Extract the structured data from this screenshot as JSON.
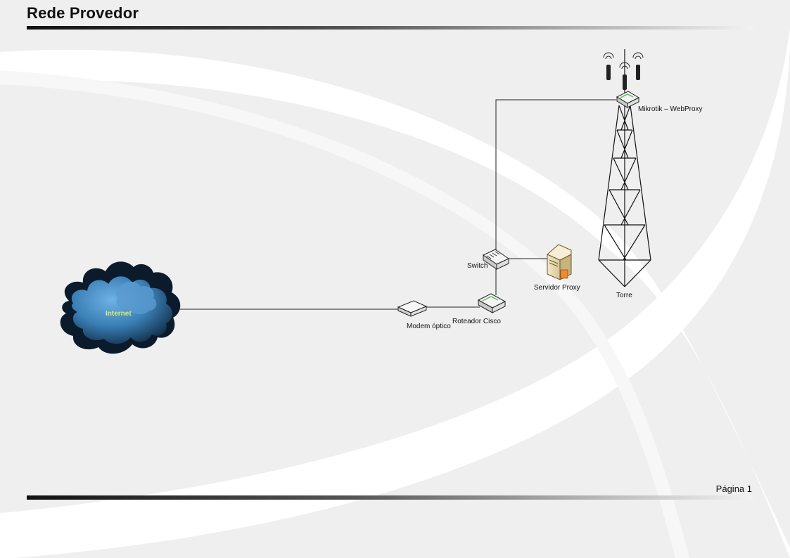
{
  "page": {
    "title": "Rede Provedor",
    "footer": "Página 1"
  },
  "nodes": {
    "internet": "Internet",
    "modem": "Modem óptico",
    "router": "Roteador Cisco",
    "switch": "Switch",
    "proxy_server": "Servidor Proxy",
    "tower": "Torre",
    "mikrotik": "Mikrotik – WebProxy"
  },
  "colors": {
    "cloud_label": "#d8f06a",
    "cloud_body": "#3a7fb5",
    "cloud_dark": "#0b1b2c",
    "swoosh_bg": "#ededed",
    "header_bar": "#1a1a1a"
  }
}
